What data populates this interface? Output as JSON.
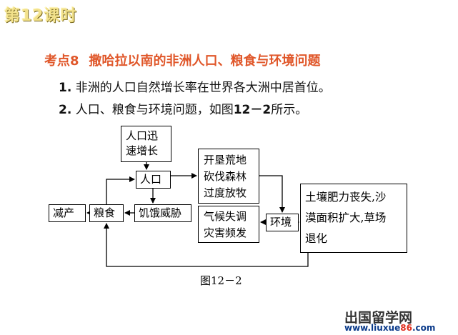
{
  "lesson_title": "第12课时",
  "point": {
    "label": "考点8",
    "title": "撒哈拉以南的非洲人口、粮食与环境问题"
  },
  "items": [
    {
      "num": "1.",
      "text": "非洲的人口自然增长率在世界各大洲中居首位。"
    },
    {
      "num": "2.",
      "text_pre": "人口、粮食与环境问题，如图",
      "fig_ref": "12－2",
      "text_post": "所示。"
    }
  ],
  "diagram": {
    "rapid_growth": [
      "人口迅",
      "速增长"
    ],
    "population": "人口",
    "reduce": "减产",
    "grain": "粮食",
    "famine": "饥饿威胁",
    "reclaim": [
      "开垦荒地",
      "砍伐森林",
      "过度放牧"
    ],
    "climate": [
      "气候失调",
      "灾害频发"
    ],
    "environment": "环境",
    "soil": [
      "土壤肥力丧失,沙",
      "漠面积扩大,草场",
      "退化"
    ]
  },
  "caption": "图12－2",
  "watermark": {
    "cn": "出国留学网",
    "url_pre": "www.liuxue",
    "url_hl": "86",
    "url_post": ".com"
  }
}
